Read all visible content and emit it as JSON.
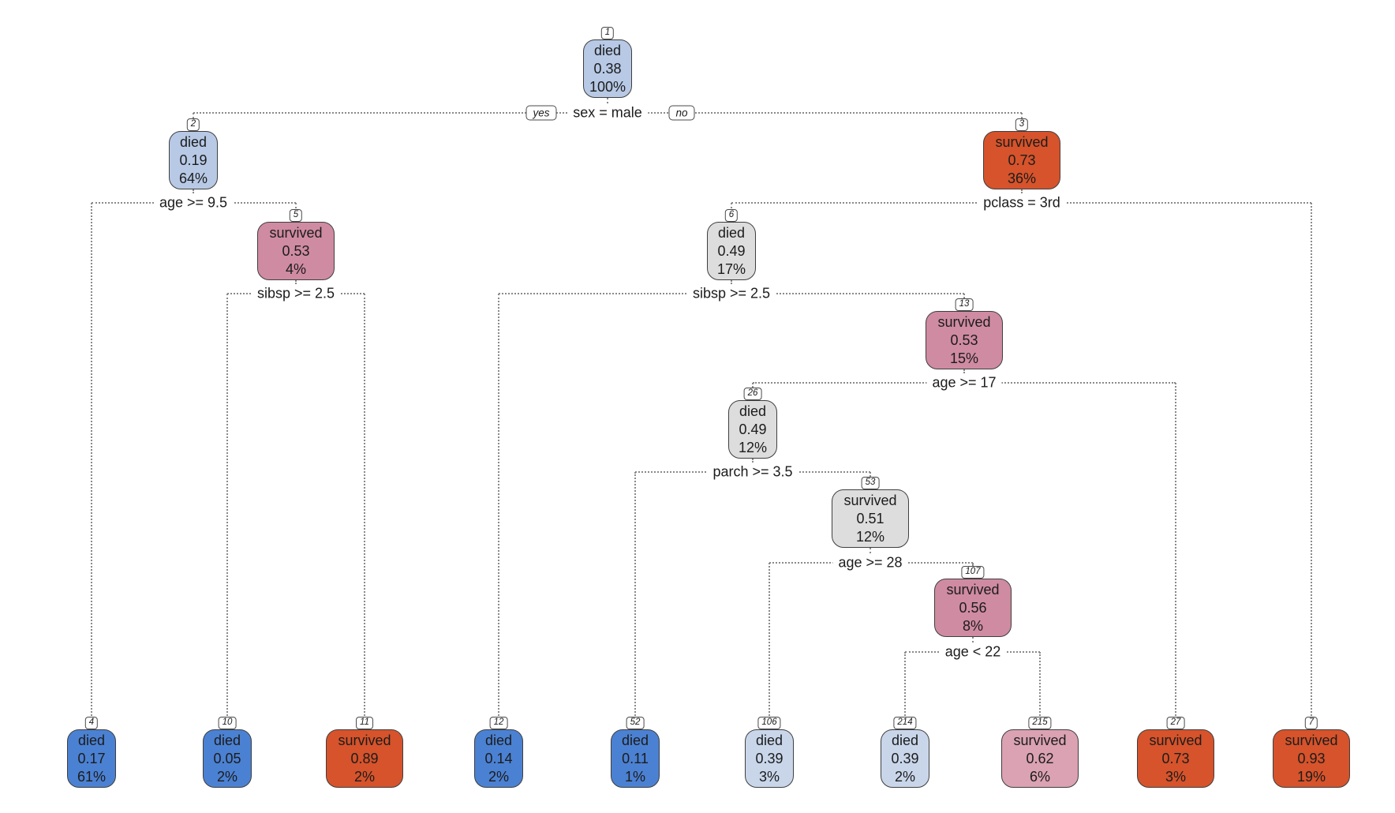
{
  "tree": {
    "branch_labels": {
      "yes": "yes",
      "no": "no"
    },
    "splits": [
      {
        "text": "sex = male"
      },
      {
        "text": "age >= 9.5"
      },
      {
        "text": "pclass = 3rd"
      },
      {
        "text": "sibsp >= 2.5"
      },
      {
        "text": "sibsp >= 2.5"
      },
      {
        "text": "age >= 17"
      },
      {
        "text": "parch >= 3.5"
      },
      {
        "text": "age >= 28"
      },
      {
        "text": "age < 22"
      }
    ],
    "nodes": [
      {
        "id": "1",
        "label": "died",
        "prob": "0.38",
        "pct": "100%",
        "fill": "#b7c9e5"
      },
      {
        "id": "2",
        "label": "died",
        "prob": "0.19",
        "pct": "64%",
        "fill": "#b7c9e5"
      },
      {
        "id": "3",
        "label": "survived",
        "prob": "0.73",
        "pct": "36%",
        "fill": "#d6532b"
      },
      {
        "id": "5",
        "label": "survived",
        "prob": "0.53",
        "pct": "4%",
        "fill": "#cf8ba1"
      },
      {
        "id": "6",
        "label": "died",
        "prob": "0.49",
        "pct": "17%",
        "fill": "#dddddd"
      },
      {
        "id": "13",
        "label": "survived",
        "prob": "0.53",
        "pct": "15%",
        "fill": "#cf8ba1"
      },
      {
        "id": "26",
        "label": "died",
        "prob": "0.49",
        "pct": "12%",
        "fill": "#dddddd"
      },
      {
        "id": "53",
        "label": "survived",
        "prob": "0.51",
        "pct": "12%",
        "fill": "#dddddd"
      },
      {
        "id": "107",
        "label": "survived",
        "prob": "0.56",
        "pct": "8%",
        "fill": "#cf8ba1"
      },
      {
        "id": "4",
        "label": "died",
        "prob": "0.17",
        "pct": "61%",
        "fill": "#4b81d2"
      },
      {
        "id": "10",
        "label": "died",
        "prob": "0.05",
        "pct": "2%",
        "fill": "#4b81d2"
      },
      {
        "id": "11",
        "label": "survived",
        "prob": "0.89",
        "pct": "2%",
        "fill": "#d6532b"
      },
      {
        "id": "12",
        "label": "died",
        "prob": "0.14",
        "pct": "2%",
        "fill": "#4b81d2"
      },
      {
        "id": "52",
        "label": "died",
        "prob": "0.11",
        "pct": "1%",
        "fill": "#4b81d2"
      },
      {
        "id": "106",
        "label": "died",
        "prob": "0.39",
        "pct": "3%",
        "fill": "#c9d6ea"
      },
      {
        "id": "214",
        "label": "died",
        "prob": "0.39",
        "pct": "2%",
        "fill": "#c9d6ea"
      },
      {
        "id": "215",
        "label": "survived",
        "prob": "0.62",
        "pct": "6%",
        "fill": "#daa2b2"
      },
      {
        "id": "27",
        "label": "survived",
        "prob": "0.73",
        "pct": "3%",
        "fill": "#d6532b"
      },
      {
        "id": "7",
        "label": "survived",
        "prob": "0.93",
        "pct": "19%",
        "fill": "#d6532b"
      }
    ],
    "colors": {
      "died_strong": "#4b81d2",
      "died_light": "#b7c9e5",
      "died_lighter": "#c9d6ea",
      "survived_strong": "#d6532b",
      "survived_mid": "#cf8ba1",
      "survived_light": "#daa2b2",
      "neutral_gray": "#dddddd",
      "branch_line": "#8a8a8a",
      "node_border": "#3f3f3f",
      "text": "#1c1c1c"
    }
  }
}
